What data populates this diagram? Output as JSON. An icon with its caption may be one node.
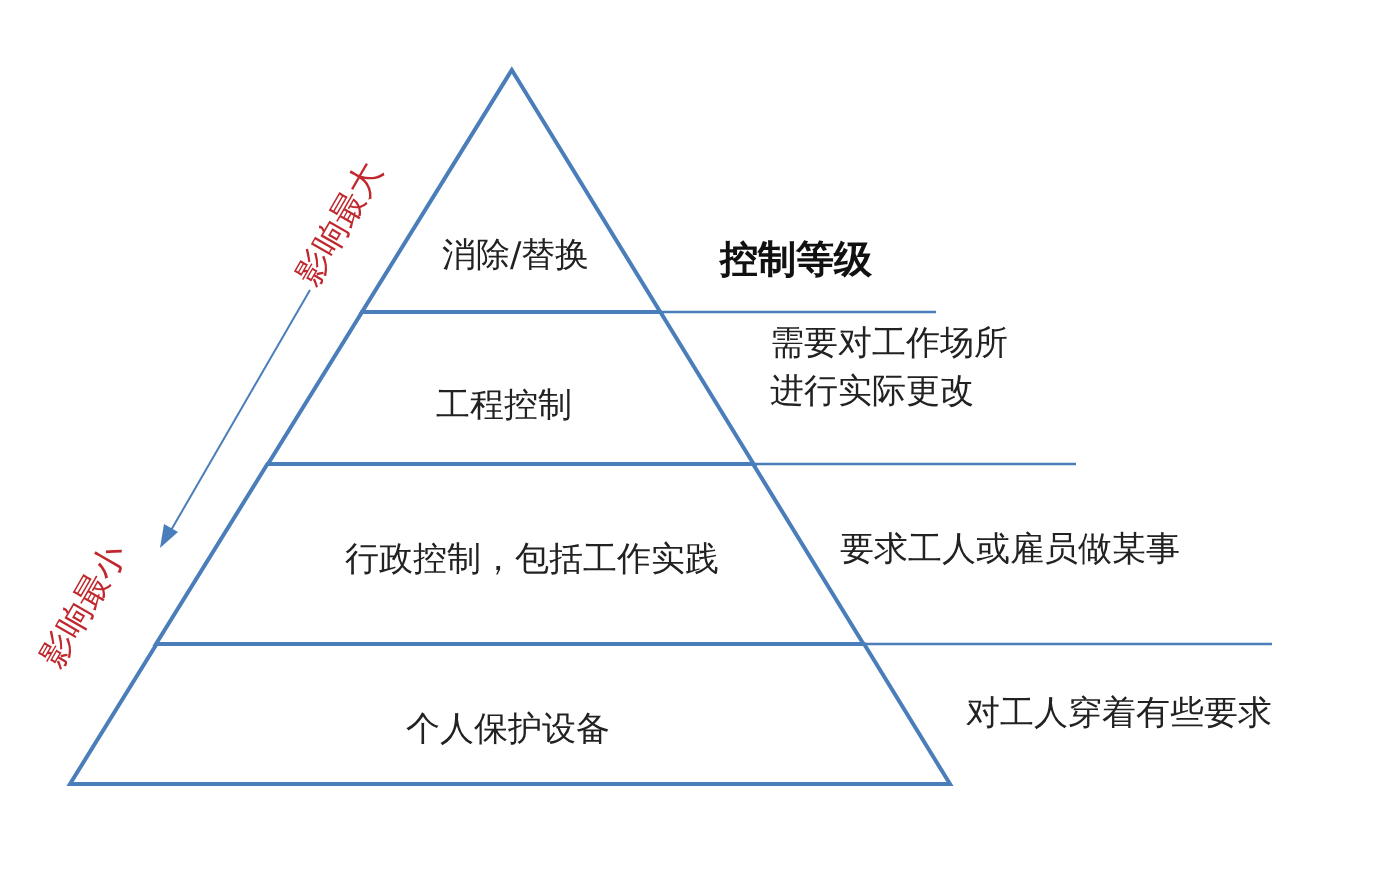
{
  "diagram": {
    "nodes": [
      {
        "text": [
          "消除/替换"
        ]
      },
      {
        "text": [
          "工程控制"
        ],
        "beside": [
          "需要对工作场所进行实际更改"
        ]
      },
      {
        "text": [
          "行政控制，包括工作实践"
        ],
        "beside": [
          "要求工人或雇员做某事"
        ]
      },
      {
        "text": [
          "个人保护设备"
        ],
        "beside": [
          "对工人穿着有些要求"
        ]
      }
    ],
    "edges": [],
    "labels": [
      "影响最大",
      "控制等级",
      "影响最小"
    ]
  }
}
